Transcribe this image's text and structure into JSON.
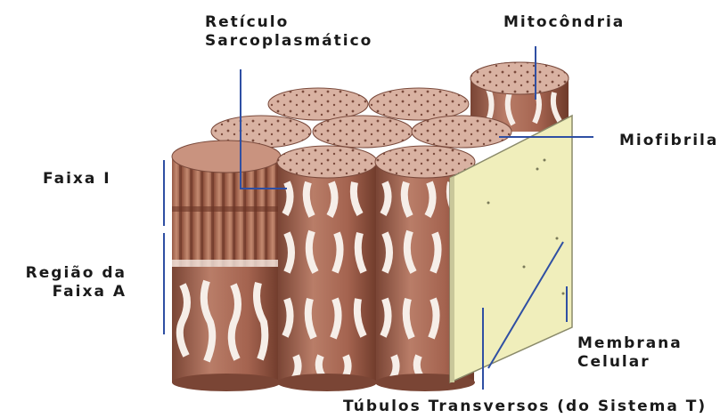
{
  "labels": {
    "reticulo_line1": "Retículo",
    "reticulo_line2": "Sarcoplasmático",
    "mitocondria": "Mitocôndria",
    "miofibrila": "Miofibrila",
    "faixa_i": "Faixa I",
    "regiao_line1": "Região da",
    "regiao_line2": "Faixa A",
    "membrana_line1": "Membrana",
    "membrana_line2": "Celular",
    "tubulos": "Túbulos Transversos (do Sistema T)"
  },
  "colors": {
    "myofibril_body": "#a86a55",
    "myofibril_top": "#d9b2a2",
    "myofibril_dark": "#6e3a2a",
    "membrane_face": "#f0eebb",
    "leader_line": "#2f4fa3",
    "label_text": "#1a1a1a"
  }
}
